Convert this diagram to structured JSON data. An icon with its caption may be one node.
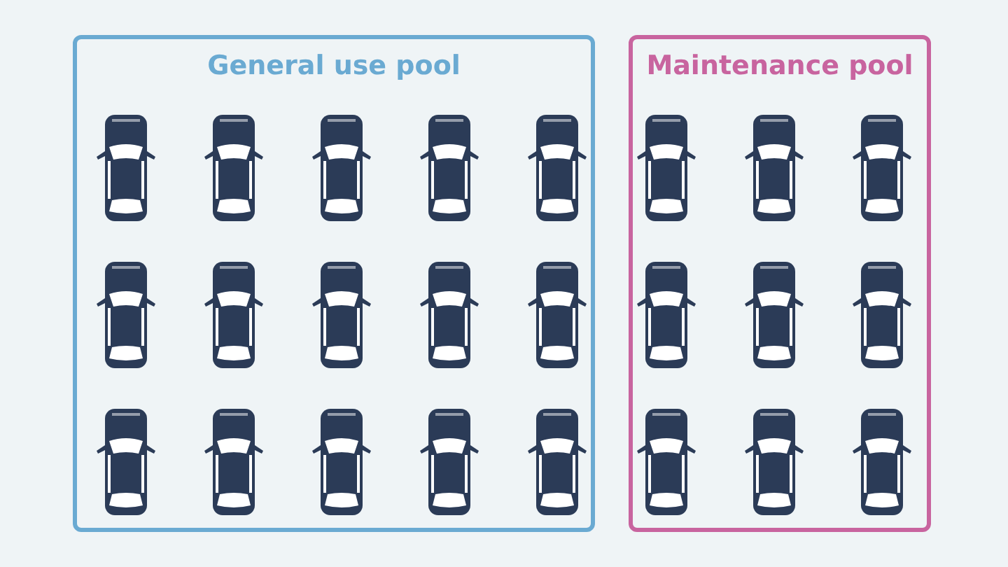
{
  "diagram": {
    "nodes": [
      {
        "text": [
          "General use pool"
        ]
      },
      {
        "text": [],
        "shape": "picture",
        "in": 0
      },
      {
        "text": [],
        "shape": "picture",
        "in": 0
      },
      {
        "text": [],
        "shape": "picture",
        "in": 0
      },
      {
        "text": [],
        "shape": "picture",
        "in": 0
      },
      {
        "text": [],
        "shape": "picture",
        "in": 0
      },
      {
        "text": [],
        "shape": "picture",
        "in": 0
      },
      {
        "text": [],
        "shape": "picture",
        "in": 0
      },
      {
        "text": [],
        "shape": "picture",
        "in": 0
      },
      {
        "text": [],
        "shape": "picture",
        "in": 0
      },
      {
        "text": [],
        "shape": "picture",
        "in": 0
      },
      {
        "text": [],
        "shape": "picture",
        "in": 0
      },
      {
        "text": [],
        "shape": "picture",
        "in": 0
      },
      {
        "text": [],
        "shape": "picture",
        "in": 0
      },
      {
        "text": [],
        "shape": "picture",
        "in": 0
      },
      {
        "text": [],
        "shape": "picture",
        "in": 0
      },
      {
        "text": [
          "Maintenance pool"
        ]
      },
      {
        "text": [],
        "shape": "picture",
        "in": 16
      },
      {
        "text": [],
        "shape": "picture",
        "in": 16
      },
      {
        "text": [],
        "shape": "picture",
        "in": 16
      },
      {
        "text": [],
        "shape": "picture",
        "in": 16
      },
      {
        "text": [],
        "shape": "picture",
        "in": 16
      },
      {
        "text": [],
        "shape": "picture",
        "in": 16
      },
      {
        "text": [],
        "shape": "picture",
        "in": 16
      },
      {
        "text": [],
        "shape": "picture",
        "in": 16
      },
      {
        "text": [],
        "shape": "picture",
        "in": 16
      }
    ]
  }
}
